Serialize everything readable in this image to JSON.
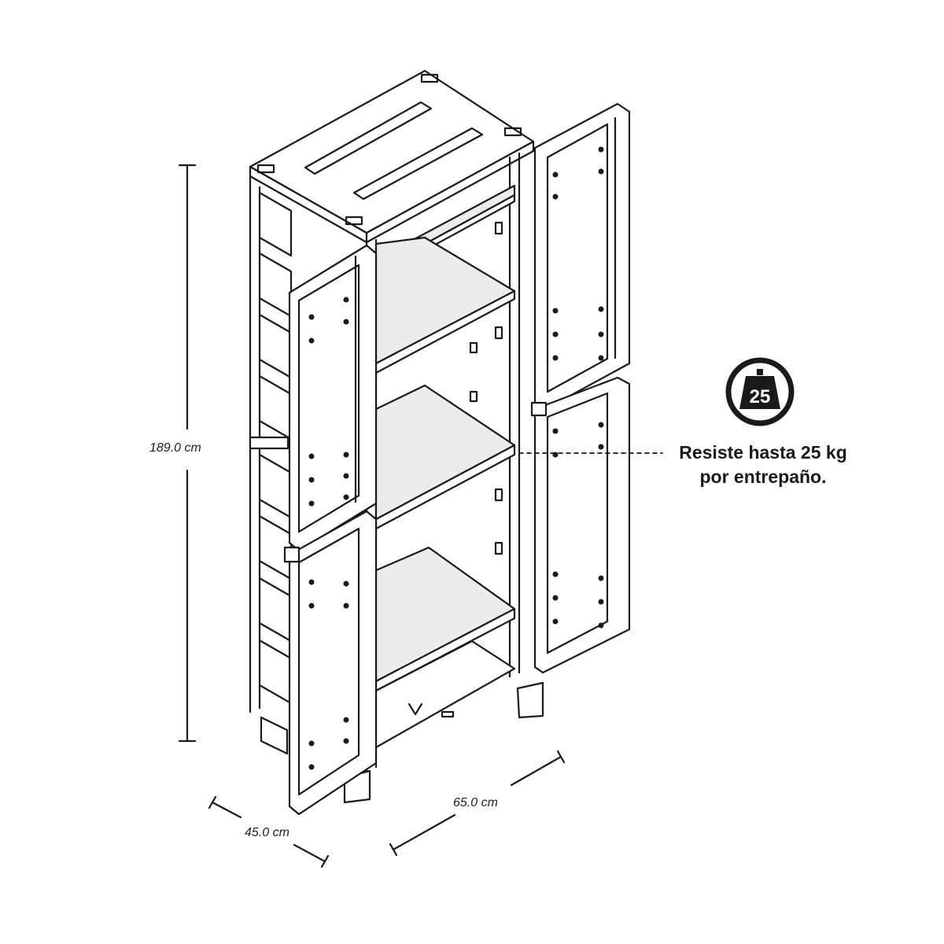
{
  "dimensions": {
    "height": "189.0 cm",
    "width": "65.0 cm",
    "depth": "45.0 cm"
  },
  "callout": {
    "line1": "Resiste hasta 25 kg",
    "line2": "por entrepaño."
  },
  "badge": {
    "icon": "weight-icon",
    "value": "25"
  },
  "colors": {
    "line": "#1a1a1a",
    "shelf_fill": "#ececec",
    "body_fill": "#ffffff"
  }
}
